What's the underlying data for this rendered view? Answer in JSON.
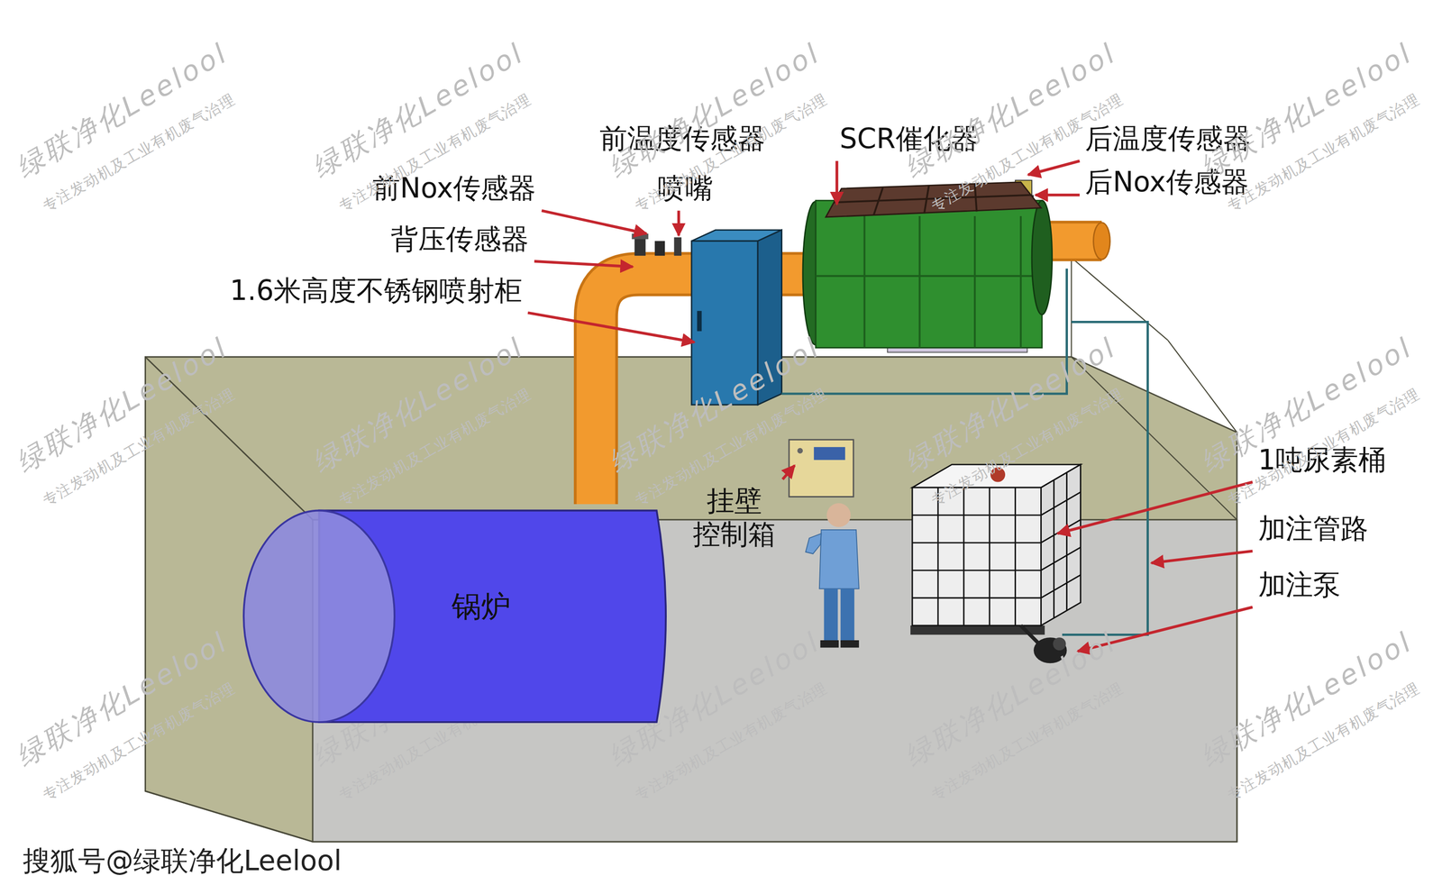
{
  "diagram": {
    "nodes": [
      {
        "text": [
          "锅炉"
        ]
      }
    ],
    "labels": [
      "前温度传感器",
      "SCR催化器",
      "后温度传感器",
      "前Nox传感器",
      "喷嘴",
      "后Nox传感器",
      "背压传感器",
      "1.6米高度不锈钢喷射柜",
      "挂壁 控制箱",
      "1吨尿素桶",
      "加注管路",
      "加注泵",
      "绿联净化Leelool",
      "专注发动机及工业有机废气治理",
      "绿联净化Leelool",
      "专注发动机及工业有机废气治理",
      "绿联净化Leelool",
      "专注发动机及工业有机废气治理",
      "绿联净化Leelool",
      "专注发动机及工业有机废气治理",
      "绿联净化Leelool",
      "专注发动机及工业有机废气治理",
      "绿联净化Leelool",
      "专注发动机及工业有机废气治理",
      "绿联净化Leelool",
      "专注发动机及工业有机废气治理",
      "绿联净化Leelool",
      "专注发动机及工业有机废气治理",
      "绿联净化Leelool",
      "专注发动机及工业有机废气治理",
      "绿联净化Leelool",
      "专注发动机及工业有机废气治理",
      "绿联净化Leelool",
      "专注发动机及工业有机废气治理",
      "绿联净化Leelool",
      "专注发动机及工业有机废气治理",
      "绿联净化Leelool",
      "专注发动机及工业有机废气治理",
      "绿联净化Leelool",
      "专注发动机及工业有机废气治理",
      "绿联净化Leelool",
      "专注发动机及工业有机废气治理",
      "搜狐号@绿联净化Leelool"
    ]
  }
}
